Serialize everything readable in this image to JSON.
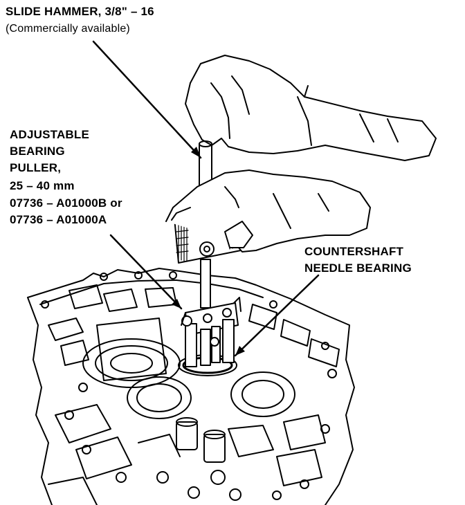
{
  "labels": {
    "slide_hammer": {
      "name": "SLIDE HAMMER, 3/8\" – 16",
      "note": "(Commercially available)"
    },
    "bearing_puller": {
      "line1": "ADJUSTABLE",
      "line2": "BEARING",
      "line3": "PULLER,",
      "size": "25 – 40 mm",
      "part1": "07736 – A01000B or",
      "part2": "07736 – A01000A"
    },
    "needle_bearing": {
      "line1": "COUNTERSHAFT",
      "line2": "NEEDLE BEARING"
    }
  },
  "colors": {
    "ink": "#000000",
    "paper": "#ffffff"
  }
}
